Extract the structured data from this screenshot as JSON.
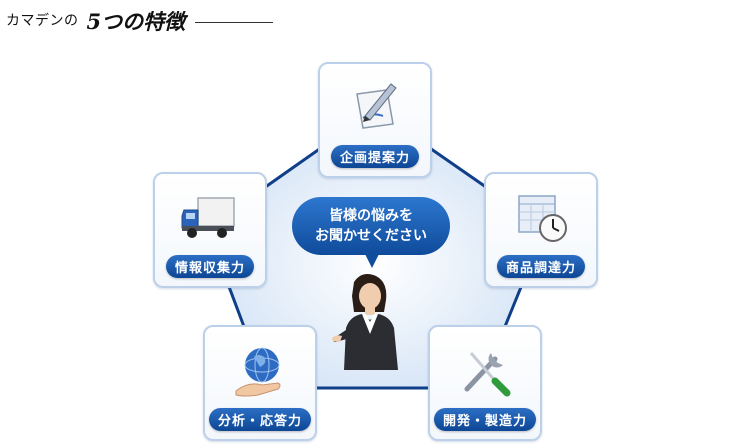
{
  "header": {
    "brand": "カマデンの",
    "title": "5つの特徴"
  },
  "bubble": {
    "line1": "皆様の悩みを",
    "line2": "お聞かせください"
  },
  "features": [
    {
      "label": "企画提案力",
      "icon": "pen-document-icon"
    },
    {
      "label": "商品調達力",
      "icon": "clock-calendar-icon"
    },
    {
      "label": "開発・製造力",
      "icon": "tools-icon"
    },
    {
      "label": "分析・応答力",
      "icon": "globe-hand-icon"
    },
    {
      "label": "情報収集力",
      "icon": "truck-icon"
    }
  ],
  "colors": {
    "accent": "#0d4695",
    "card_border": "#bcd0ea",
    "pentagon_fill": "#dfeaf8",
    "pentagon_stroke": "#103f8a"
  }
}
